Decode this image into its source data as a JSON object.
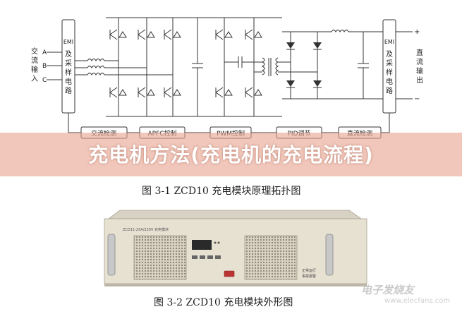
{
  "schematic": {
    "input_labels": [
      "交",
      "流",
      "输",
      "入"
    ],
    "phases": [
      "A",
      "B",
      "C"
    ],
    "emi_left": [
      "EMI",
      "及",
      "采",
      "样",
      "电",
      "路"
    ],
    "emi_right": [
      "EMI",
      "及",
      "采",
      "样",
      "电",
      "路"
    ],
    "output_labels": [
      "直",
      "流",
      "输",
      "出"
    ],
    "plus": "+",
    "minus": "−",
    "blocks": [
      "交流检测",
      "APFC控制",
      "PWM控制",
      "PID调节",
      "直流检测"
    ]
  },
  "banner": {
    "title": "充电机方法(充电机的充电流程)"
  },
  "captions": {
    "fig1": "图 3-1  ZCD10 充电模块原理拓扑图",
    "fig2": "图 3-2  ZCD10 充电模块外形图"
  },
  "device": {
    "model_label": "ZCD11-25A/220V 充电模块",
    "side_label_1": "正常运行",
    "side_label_2": "事故报警"
  },
  "watermark": {
    "text": "电子发烧友",
    "url": "www.elecfans.com"
  }
}
